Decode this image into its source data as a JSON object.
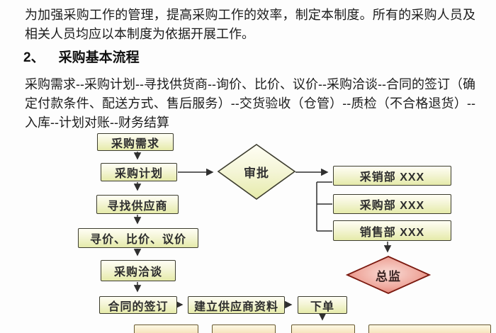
{
  "document": {
    "intro_paragraph": "为加强采购工作的管理，提高采购工作的效率，制定本制度。所有的采购人员及相关人员均应以本制度为依据开展工作。",
    "section": {
      "number": "2、",
      "title": "采购基本流程"
    },
    "process_paragraph": "采购需求--采购计划--寻找供货商--询价、比价、议价--采购洽谈--合同的签订（确定付款条件、配送方式、售后服务）--交货验收（仓管）--质检（不合格退货）--入库--计划对账--财务结算"
  },
  "flowchart": {
    "nodes": {
      "demand": "采购需求",
      "plan": "采购计划",
      "find_supplier": "寻找供应商",
      "price_inquiry": "寻价、比价、议价",
      "negotiation": "采购洽谈",
      "contract_signing": "合同的签订",
      "supplier_profile": "建立供应商资料",
      "place_order": "下单",
      "approval": "审批",
      "dept_purchase_sales": "采销部 XXX",
      "dept_purchasing": "采购部 XXX",
      "dept_sales": "销售部 XXX",
      "director": "总监"
    },
    "colors": {
      "process_box_fill_top": "#fffef4",
      "process_box_fill_bottom": "#e6ebaa",
      "process_box_border": "#3c3c2e",
      "director_diamond_fill_center": "#f9dcd6",
      "director_diamond_fill_edge": "#da6254",
      "director_diamond_border": "#7a190f",
      "pending_box_fill_top": "#fdf8e4",
      "pending_box_fill_bottom": "#f3d9a6",
      "connector_color": "#2f2f2f"
    }
  }
}
